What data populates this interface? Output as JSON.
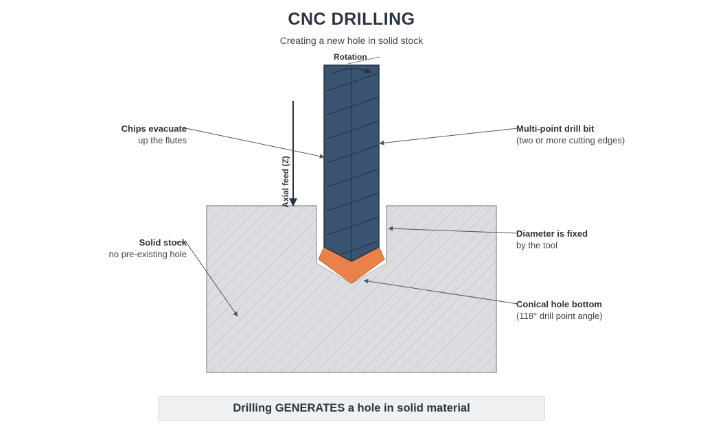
{
  "title": "CNC DRILLING",
  "subtitle": "Creating a new hole in solid stock",
  "labels": {
    "rotation": "Rotation",
    "axial_feed": "Axial feed (Z)",
    "chips": {
      "bold": "Chips evacuate",
      "normal": "up the flutes"
    },
    "solid_stock": {
      "bold": "Solid stock",
      "normal": "no pre-existing hole"
    },
    "drill_bit": {
      "bold": "Multi-point drill bit",
      "normal": "(two or more cutting edges)"
    },
    "diameter": {
      "bold": "Diameter is fixed",
      "normal": "by the tool"
    },
    "conical": {
      "bold": "Conical hole bottom",
      "normal": "(118° drill point angle)"
    }
  },
  "summary": "Drilling GENERATES a hole in solid material",
  "colors": {
    "drill": "#3a5370",
    "drill_edge": "#243447",
    "tip": "#e8824a",
    "stock": "#dcdde0",
    "stock_edge": "#9a9ca0",
    "hatch": "#b9bbbf",
    "leader": "#555555"
  }
}
